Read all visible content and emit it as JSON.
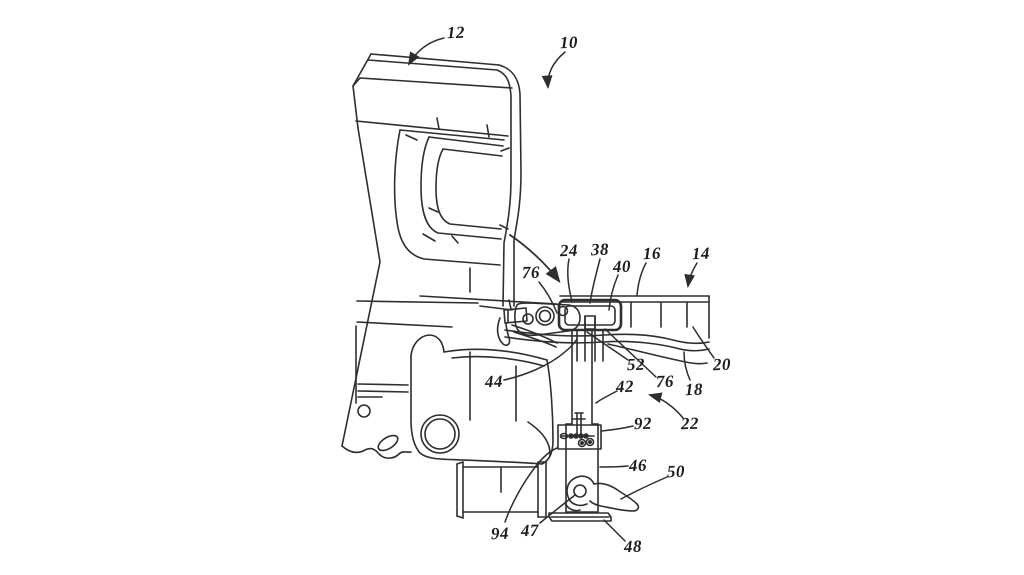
{
  "figure": {
    "kind": "patent-line-drawing",
    "subject": "Truck bed corner and frame rail with stowable jack assembly, mount bracket, release lever and foot plate",
    "background_color": "#ffffff",
    "line_color": "#2e2e2e",
    "label_color": "#1c1c1c",
    "reference_labels": [
      {
        "text": "10",
        "arrow": true
      },
      {
        "text": "12",
        "arrow": true
      },
      {
        "text": "14",
        "arrow": true
      },
      {
        "text": "16",
        "arrow": false
      },
      {
        "text": "18",
        "arrow": false
      },
      {
        "text": "20",
        "arrow": false
      },
      {
        "text": "22",
        "arrow": true
      },
      {
        "text": "24",
        "arrow": false
      },
      {
        "text": "38",
        "arrow": false
      },
      {
        "text": "40",
        "arrow": false
      },
      {
        "text": "42",
        "arrow": false
      },
      {
        "text": "44",
        "arrow": false
      },
      {
        "text": "46",
        "arrow": false
      },
      {
        "text": "47",
        "arrow": false
      },
      {
        "text": "48",
        "arrow": false
      },
      {
        "text": "50",
        "arrow": false
      },
      {
        "text": "52",
        "arrow": false
      },
      {
        "text": "76",
        "arrow": false
      },
      {
        "text": "76",
        "arrow": false
      },
      {
        "text": "92",
        "arrow": false
      },
      {
        "text": "94",
        "arrow": false
      }
    ]
  }
}
